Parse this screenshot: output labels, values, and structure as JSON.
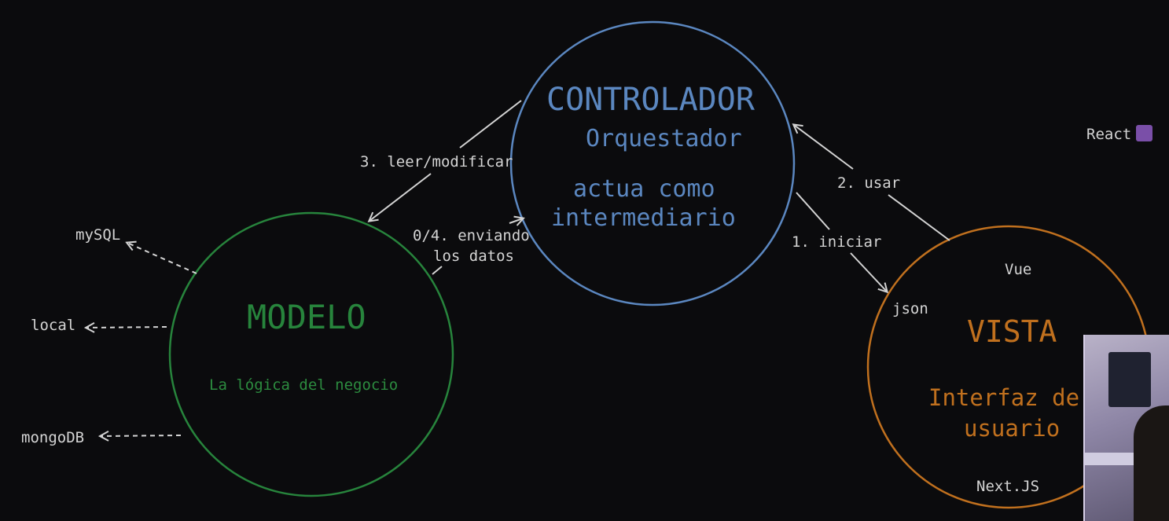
{
  "controlador": {
    "title": "CONTROLADOR",
    "subtitle": "Orquestador",
    "desc1": "actua como",
    "desc2": "intermediario"
  },
  "modelo": {
    "title": "MODELO",
    "desc": "La lógica del negocio"
  },
  "vista": {
    "title": "VISTA",
    "desc1": "Interfaz de",
    "desc2": "usuario"
  },
  "tech": {
    "vue": "Vue",
    "json": "json",
    "next": "Next.JS",
    "react": "React"
  },
  "databases": {
    "mysql": "mySQL",
    "local": "local",
    "mongodb": "mongoDB"
  },
  "edges": {
    "leer": "3. leer/modificar",
    "enviando1": "0/4. enviando",
    "enviando2": "los datos",
    "usar": "2. usar",
    "iniciar": "1. iniciar"
  },
  "colors": {
    "controlador": "#5b87c0",
    "modelo": "#27843c",
    "vista": "#c0701e",
    "text": "#d4d4d4",
    "background": "#0b0b0d"
  },
  "icons": [
    "react-icon"
  ]
}
